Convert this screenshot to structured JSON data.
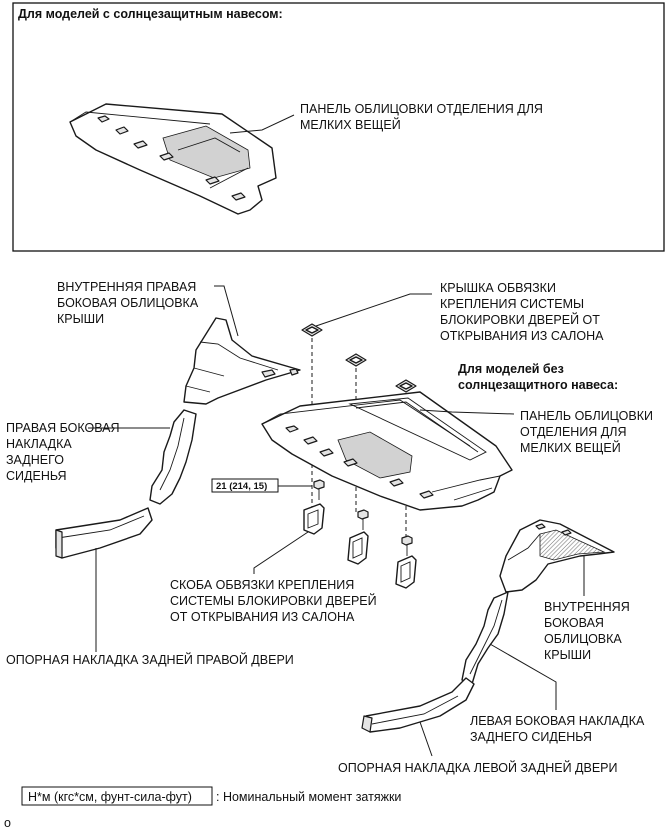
{
  "box_header": "Для моделей с солнцезащитным навесом:",
  "labels": {
    "top_panel_1": "ПАНЕЛЬ ОБЛИЦОВКИ ОТДЕЛЕНИЯ ДЛЯ",
    "top_panel_2": "МЕЛКИХ ВЕЩЕЙ",
    "inner_right_1": "ВНУТРЕННЯЯ ПРАВАЯ",
    "inner_right_2": "БОКОВАЯ ОБЛИЦОВКА",
    "inner_right_3": "КРЫШИ",
    "cover_1": "КРЫШКА ОБВЯЗКИ",
    "cover_2": "КРЕПЛЕНИЯ СИСТЕМЫ",
    "cover_3": "БЛОКИРОВКИ ДВЕРЕЙ ОТ",
    "cover_4": "ОТКРЫВАНИЯ ИЗ САЛОНА",
    "no_shade_1": "Для моделей без",
    "no_shade_2": "солнцезащитного навеса:",
    "panel2_1": "ПАНЕЛЬ ОБЛИЦОВКИ",
    "panel2_2": "ОТДЕЛЕНИЯ ДЛЯ",
    "panel2_3": "МЕЛКИХ ВЕЩЕЙ",
    "right_side_1": "ПРАВАЯ БОКОВАЯ",
    "right_side_2": "НАКЛАДКА",
    "right_side_3": "ЗАДНЕГО",
    "right_side_4": "СИДЕНЬЯ",
    "torque": "21 (214, 15)",
    "bracket_1": "СКОБА ОБВЯЗКИ КРЕПЛЕНИЯ",
    "bracket_2": "СИСТЕМЫ БЛОКИРОВКИ ДВЕРЕЙ",
    "bracket_3": "ОТ ОТКРЫВАНИЯ ИЗ САЛОНА",
    "inner_left_1": "ВНУТРЕННЯЯ",
    "inner_left_2": "БОКОВАЯ",
    "inner_left_3": "ОБЛИЦОВКА",
    "inner_left_4": "КРЫШИ",
    "right_door": "ОПОРНАЯ НАКЛАДКА ЗАДНЕЙ ПРАВОЙ ДВЕРИ",
    "left_side_1": "ЛЕВАЯ БОКОВАЯ НАКЛАДКА",
    "left_side_2": "ЗАДНЕГО СИДЕНЬЯ",
    "left_door": "ОПОРНАЯ НАКЛАДКА ЛЕВОЙ ЗАДНЕЙ ДВЕРИ"
  },
  "legend": {
    "unit": "Н*м (кгс*см, фунт-сила-фут)",
    "description": ": Номинальный момент затяжки"
  },
  "footer_mark": "o"
}
